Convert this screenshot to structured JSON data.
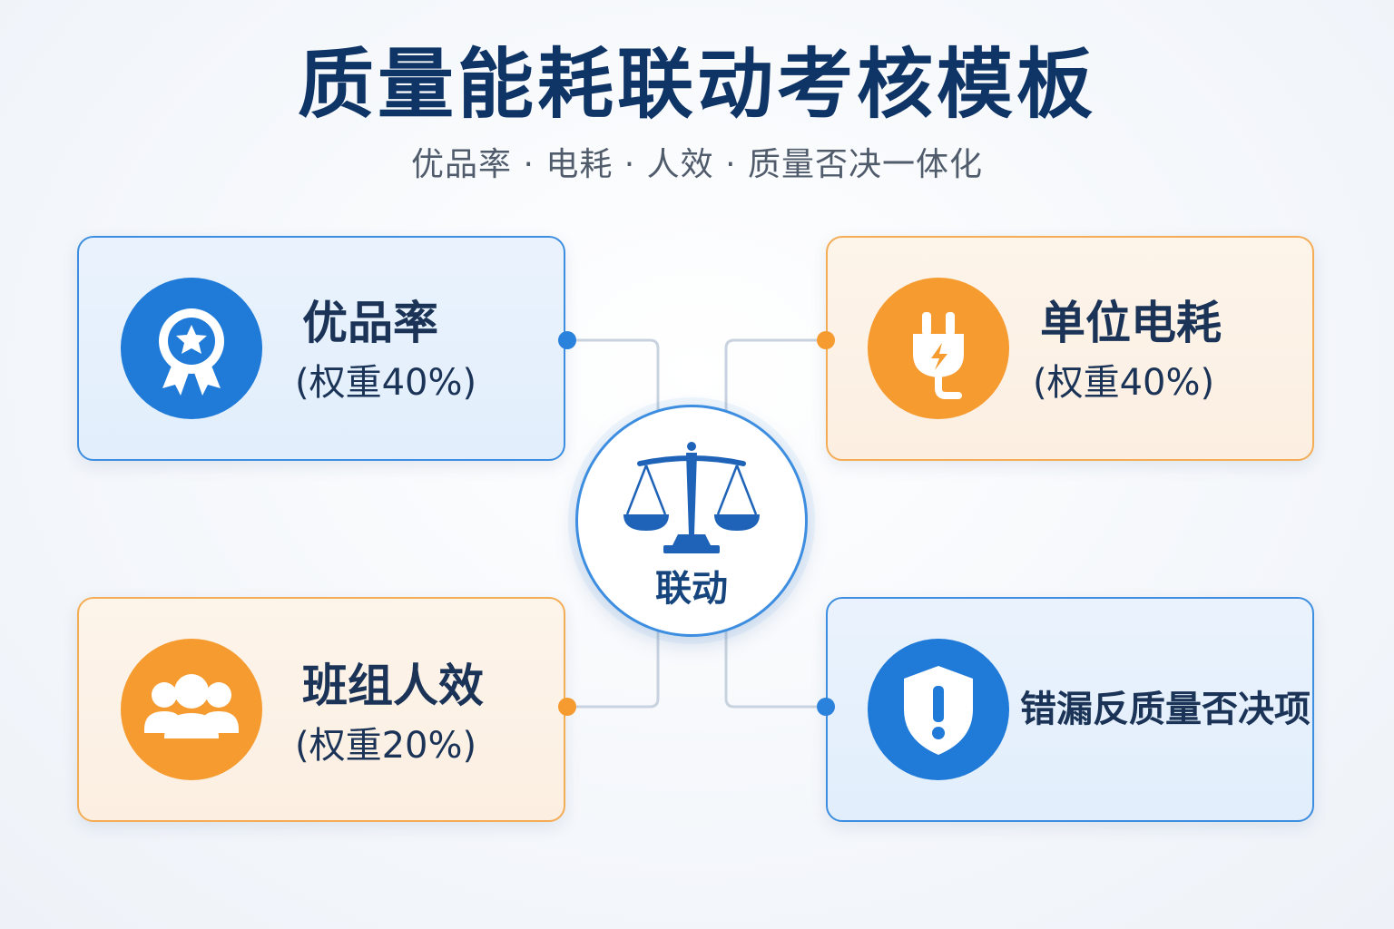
{
  "title": "质量能耗联动考核模板",
  "subtitle": "优品率 · 电耗 · 人效 · 质量否决一体化",
  "hub": {
    "label": "联动",
    "icon": "scale-icon"
  },
  "cards": {
    "quality_rate": {
      "title": "优品率",
      "weight": "(权重40%)",
      "icon": "award-ribbon-icon",
      "weight_value": 40
    },
    "unit_power": {
      "title": "单位电耗",
      "weight": "(权重40%)",
      "icon": "power-plug-icon",
      "weight_value": 40
    },
    "team_efficiency": {
      "title": "班组人效",
      "weight": "(权重20%)",
      "icon": "team-people-icon",
      "weight_value": 20
    },
    "veto": {
      "title": "错漏反质量否决项",
      "icon": "shield-alert-icon"
    }
  },
  "colors": {
    "blue": "#1f7ad8",
    "orange": "#f59b30",
    "title": "#0f3466"
  }
}
